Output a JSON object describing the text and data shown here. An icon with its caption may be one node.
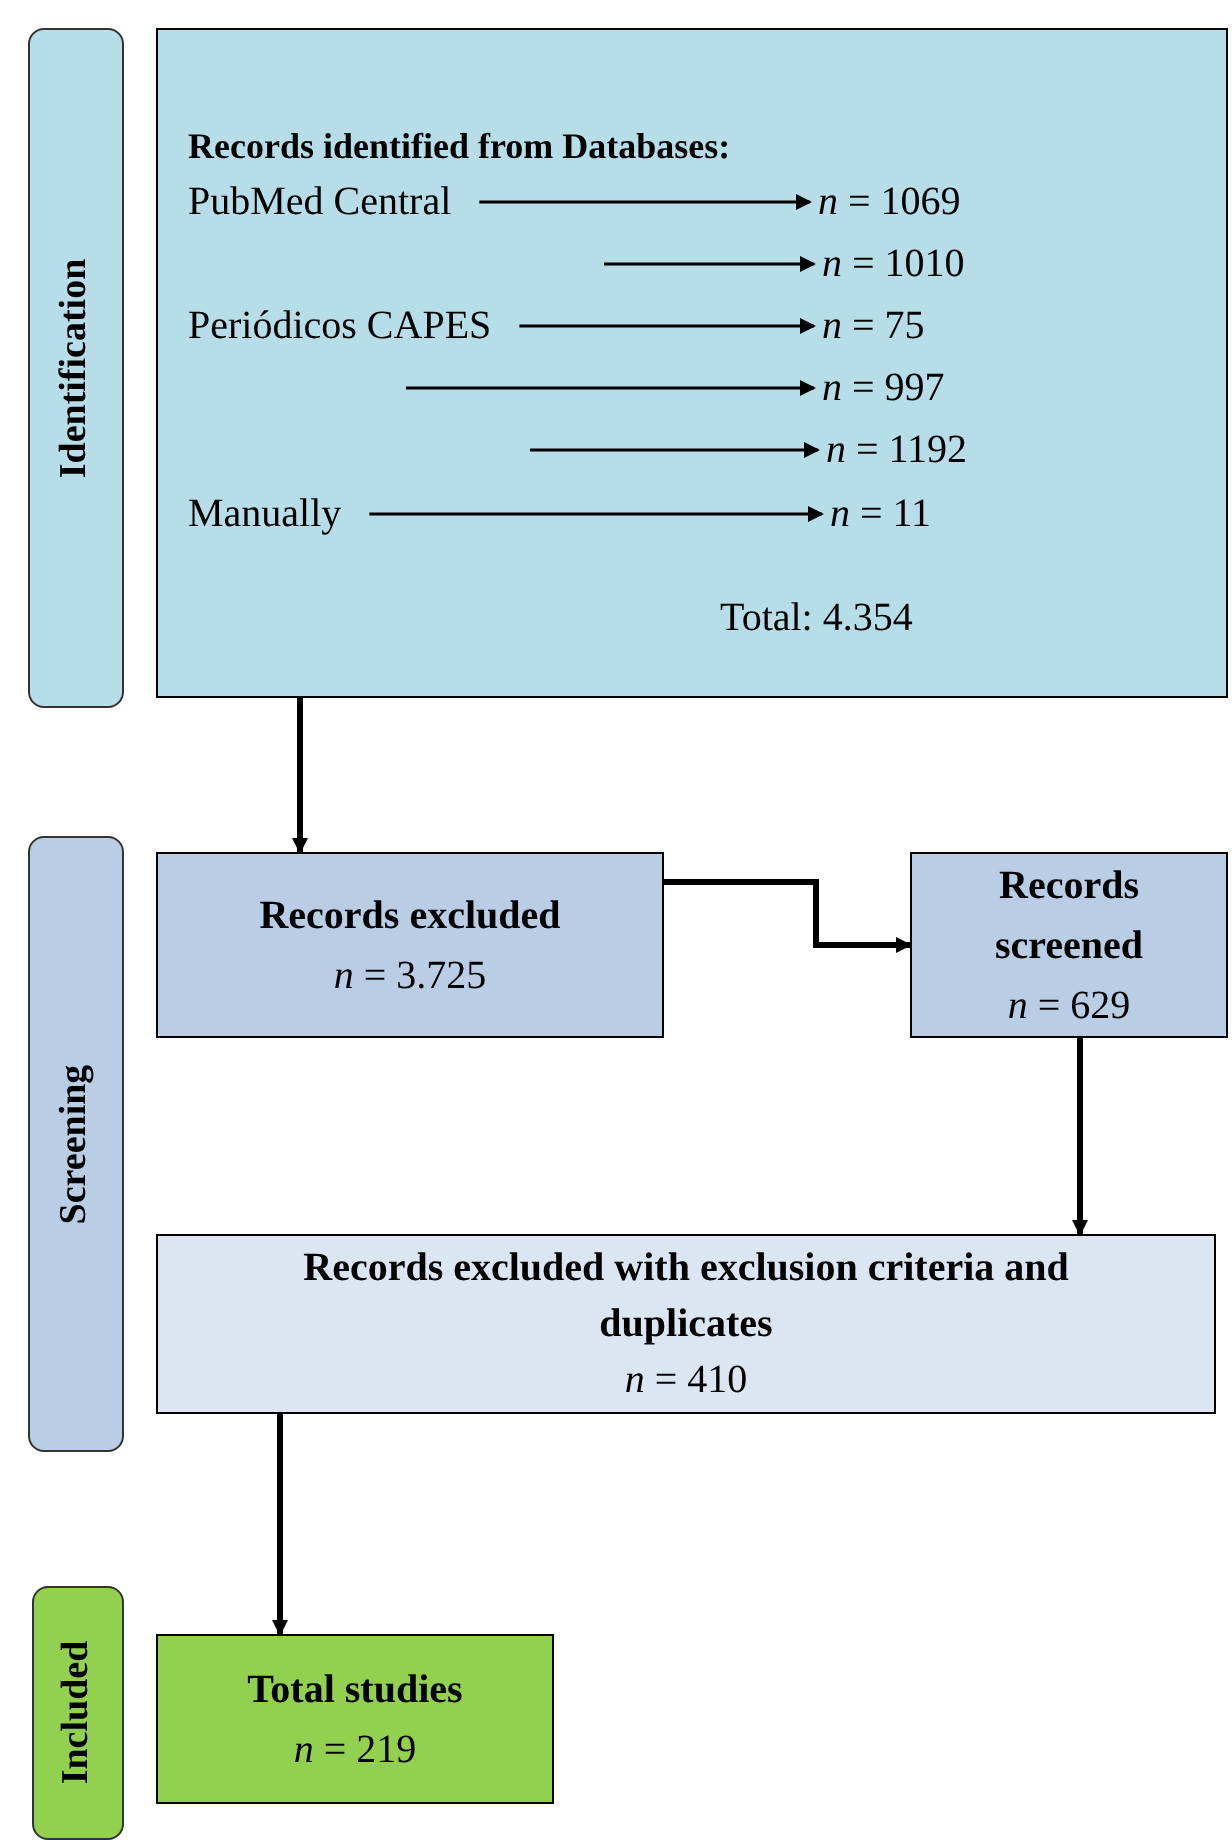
{
  "diagram": {
    "nodes": [
      {
        "text": [
          "Identification"
        ]
      },
      {
        "text": [
          "Records identified from Databases:",
          "Total: 4.354"
        ]
      },
      {
        "text": [
          "PubMed Central"
        ],
        "in": 1
      },
      {
        "text": [
          "*n* = 1069"
        ],
        "in": 1
      },
      {
        "text": [
          "*n* = 1010"
        ],
        "in": 1
      },
      {
        "text": [
          "Periódicos CAPES"
        ],
        "in": 1
      },
      {
        "text": [
          "*n* = 75"
        ],
        "in": 1
      },
      {
        "text": [
          "*n* = 997"
        ],
        "in": 1
      },
      {
        "text": [
          "*n* = 1192"
        ],
        "in": 1
      },
      {
        "text": [
          "Manually"
        ],
        "in": 1
      },
      {
        "text": [
          "*n* = 11"
        ],
        "in": 1
      },
      {
        "text": [
          "Screening"
        ]
      },
      {
        "text": [
          "Records excluded",
          "*n* = 3.725"
        ]
      },
      {
        "text": [
          "Records screened",
          "*n* = 629"
        ]
      },
      {
        "text": [
          "Records excluded with exclusion criteria and duplicates",
          "*n* = 410"
        ]
      },
      {
        "text": [
          "Included"
        ]
      },
      {
        "text": [
          "Total studies",
          "*n* = 219"
        ]
      }
    ],
    "edges": [
      {
        "from": 2,
        "to": 3,
        "arrow": "to"
      },
      {
        "from": null,
        "to": 4,
        "arrow": "to"
      },
      {
        "from": 5,
        "to": 6,
        "arrow": "to"
      },
      {
        "from": null,
        "to": 7,
        "arrow": "to"
      },
      {
        "from": null,
        "to": 8,
        "arrow": "to"
      },
      {
        "from": 9,
        "to": 10,
        "arrow": "to"
      },
      {
        "from": 1,
        "to": 12,
        "arrow": "to",
        "style": "thick"
      },
      {
        "from": 12,
        "to": 13,
        "arrow": "to",
        "style": "thick"
      },
      {
        "from": 13,
        "to": 14,
        "arrow": "to",
        "style": "thick"
      },
      {
        "from": 14,
        "to": 16,
        "arrow": "to",
        "style": "thick"
      }
    ]
  }
}
